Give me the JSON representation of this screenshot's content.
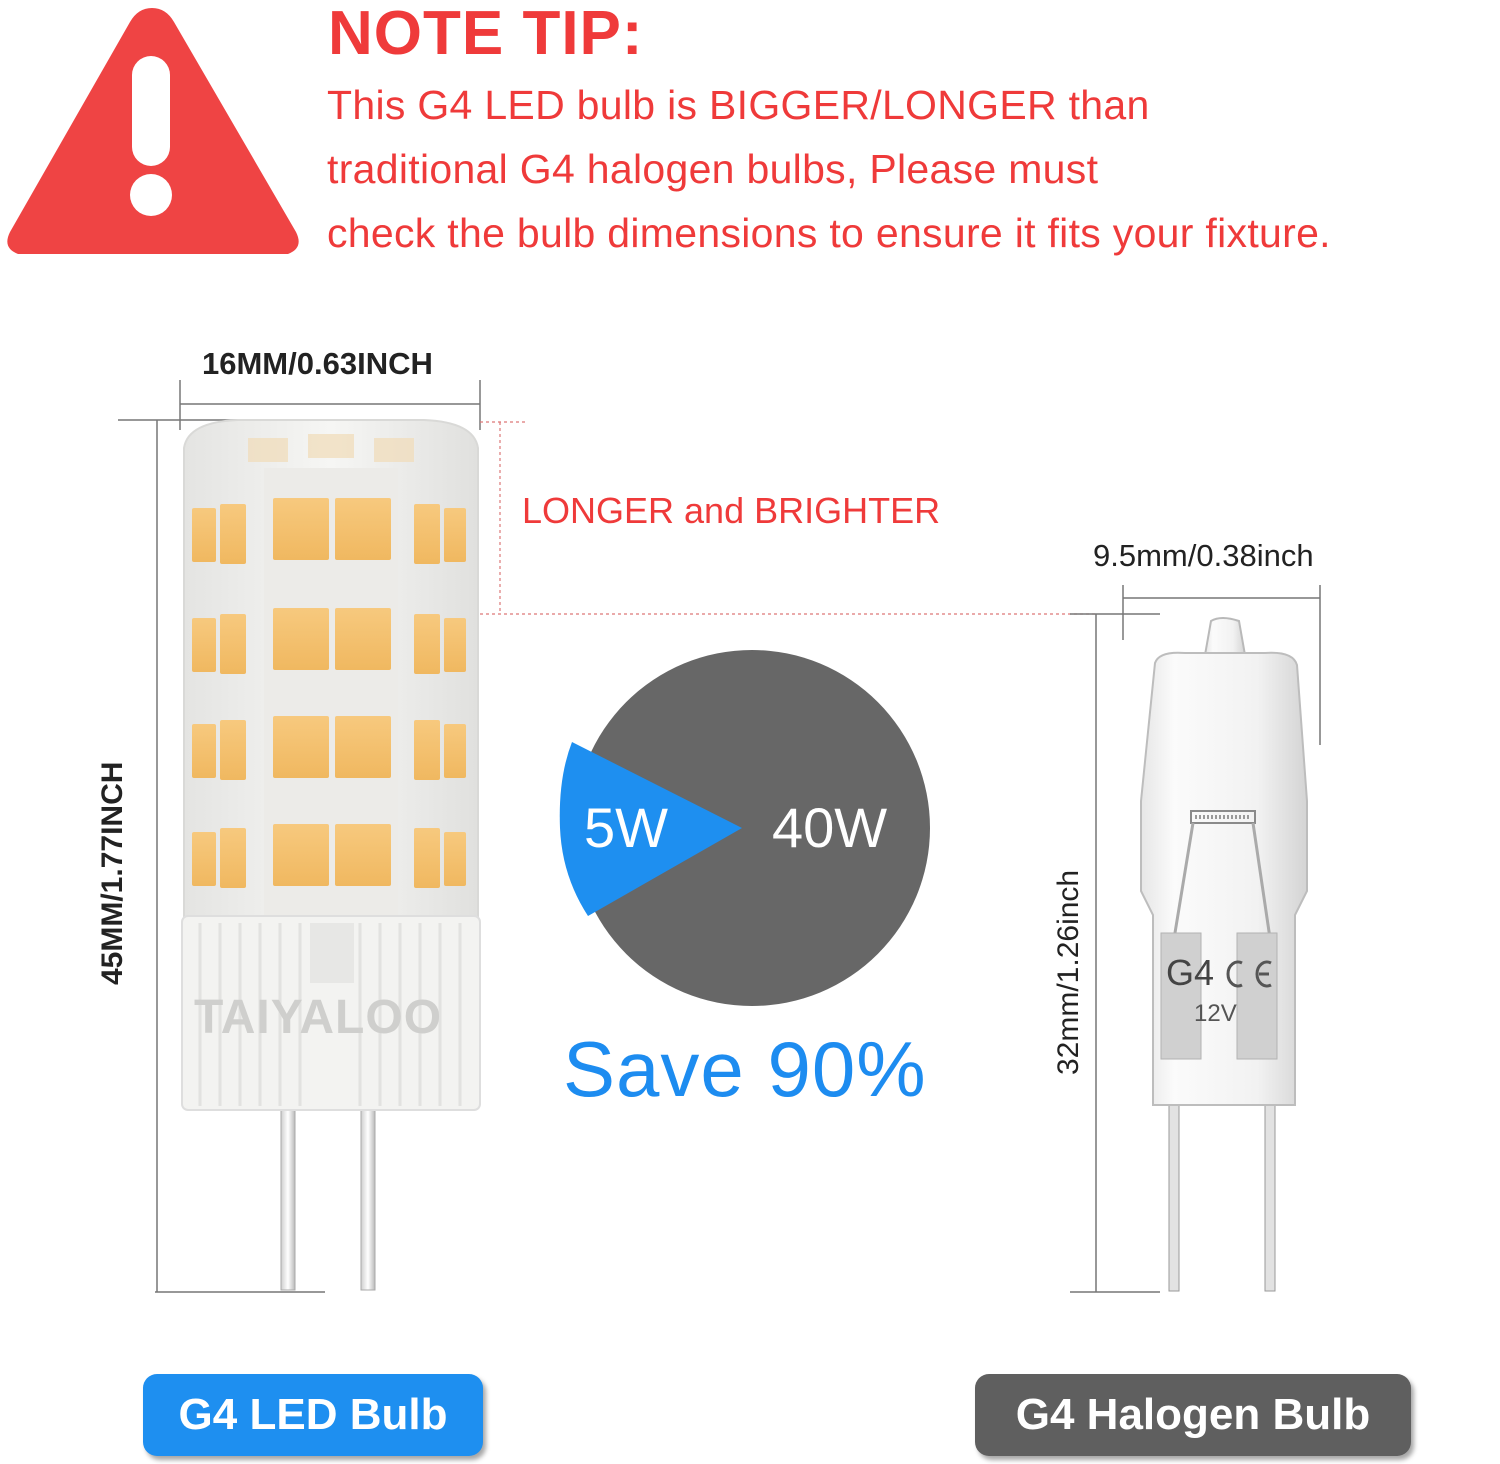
{
  "note": {
    "title": "NOTE TIP:",
    "lines": [
      "This G4 LED bulb is BIGGER/LONGER than",
      "traditional G4 halogen bulbs, Please must",
      "check the bulb dimensions to ensure it fits your fixture."
    ],
    "color": "#ef3a3a"
  },
  "led_bulb": {
    "width_label": "16MM/0.63INCH",
    "height_label": "45MM/1.77INCH",
    "brand": "TAIYALOO",
    "name": "G4 LED Bulb",
    "accent": "#1e8ff0"
  },
  "comparison": {
    "callout": "LONGER and BRIGHTER",
    "led_watt": "5W",
    "halogen_watt": "40W",
    "saving": "Save 90%",
    "saving_fraction": 0.9
  },
  "halogen_bulb": {
    "width_label": "9.5mm/0.38inch",
    "height_label": "32mm/1.26inch",
    "marking_type": "G4",
    "marking_voltage": "12V",
    "name": "G4 Halogen Bulb",
    "accent": "#5f5f5f"
  }
}
